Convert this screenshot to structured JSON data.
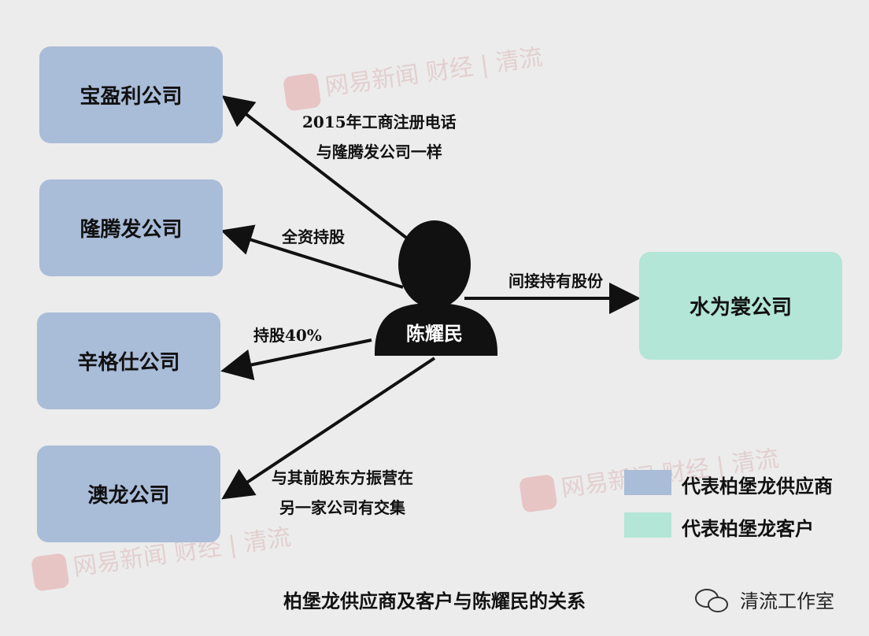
{
  "suppliers": [
    {
      "name": "宝盈利公司"
    },
    {
      "name": "隆腾发公司"
    },
    {
      "name": "辛格仕公司"
    },
    {
      "name": "澳龙公司"
    }
  ],
  "customer": {
    "name": "水为裳公司"
  },
  "person": {
    "name": "陈耀民"
  },
  "relations": {
    "baoyingli_line1": "2015年工商注册电话",
    "baoyingli_line2": "与隆腾发公司一样",
    "longtengfa": "全资持股",
    "xingeshi": "持股40%",
    "aolong_line1": "与其前股东方振营在",
    "aolong_line2": "另一家公司有交集",
    "customer": "间接持有股份"
  },
  "legend": {
    "supplier_label": "代表柏堡龙供应商",
    "customer_label": "代表柏堡龙客户",
    "supplier_color": "#a9bcd8",
    "customer_color": "#b3e6d6"
  },
  "caption": "柏堡龙供应商及客户与陈耀民的关系",
  "studio": "清流工作室",
  "watermark": {
    "brand": "网易新闻",
    "tag": "财经",
    "sub": "清流"
  }
}
